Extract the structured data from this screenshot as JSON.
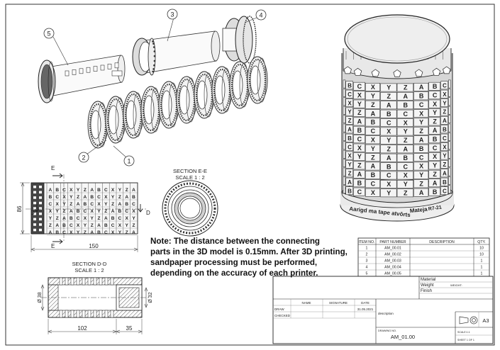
{
  "balloons": [
    "1",
    "2",
    "3",
    "4",
    "5"
  ],
  "section_ee": {
    "title": "SECTION E-E",
    "scale": "SCALE 1 : 2"
  },
  "section_dd": {
    "title": "SECTION D-D",
    "scale": "SCALE 1 : 2"
  },
  "section_marks": {
    "e": "E",
    "d": "D"
  },
  "dimensions": {
    "width": "150",
    "height": "86",
    "dd_left": "102",
    "dd_right": "35",
    "dd_dia_left": "Ø 38",
    "dd_dia_right": "Ø 32"
  },
  "letters": [
    "A",
    "B",
    "C",
    "X",
    "Y",
    "Z"
  ],
  "model_engraving": {
    "left": "Aarigd ma tape atvōrts",
    "right": "Mateja",
    "right2": "R7-21"
  },
  "note": {
    "lines": [
      "Note: The distance between the connecting",
      "parts in the 3D model is 0.15mm. After 3D printing,",
      " sandpaper processing must be performed,",
      "depending on the accuracy of each printer."
    ]
  },
  "bom": {
    "headers": [
      "ITEM NO.",
      "PART NUMBER",
      "DESCRIPTION",
      "QTY."
    ],
    "rows": [
      [
        "1",
        "AM_00.01",
        "",
        "10"
      ],
      [
        "2",
        "AM_00.02",
        "",
        "10"
      ],
      [
        "3",
        "AM_00.03",
        "",
        "1"
      ],
      [
        "4",
        "AM_00.04",
        "",
        "1"
      ],
      [
        "5",
        "AM_00.05",
        "",
        "1"
      ]
    ]
  },
  "title_block": {
    "material_label": "Material",
    "weight_label": "Weight",
    "weight_value": "WEIGHT:",
    "finish_label": "Finish",
    "col_name": "NAME",
    "col_signature": "SIGNATURE",
    "col_date": "DATE",
    "draw_label": "DRAW",
    "draw_date": "31.05.2021",
    "checked_label": "CHECKED",
    "description_label": "description",
    "drawing_no_label": "DRAWING NO.",
    "drawing_no": "AM_01.00",
    "size": "A3",
    "scale_label": "SCALE:1:1",
    "sheet_label": "SHEET 1 OF 1"
  }
}
